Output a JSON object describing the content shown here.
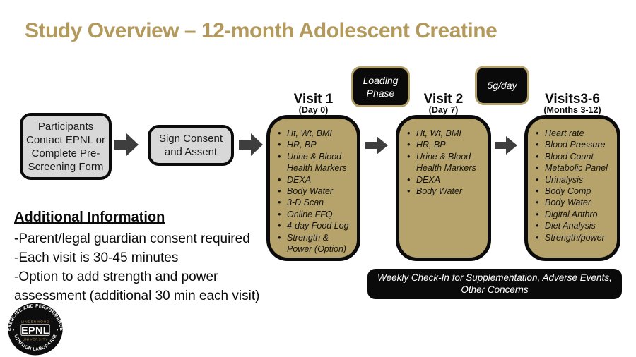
{
  "title": "Study Overview – 12-month Adolescent Creatine",
  "flow": {
    "prescreen_label": "Participants Contact EPNL or Complete Pre-Screening Form",
    "consent_label": "Sign Consent and Assent"
  },
  "badges": {
    "loading_phase": "Loading Phase",
    "dose": "5g/day"
  },
  "visits": [
    {
      "name": "Visit 1",
      "subtitle": "(Day 0)",
      "items": [
        "Ht, Wt, BMI",
        "HR, BP",
        "Urine & Blood Health Markers",
        "DEXA",
        "Body Water",
        "3-D Scan",
        "Online FFQ",
        "4-day Food Log",
        "Strength & Power (Option)"
      ]
    },
    {
      "name": "Visit 2",
      "subtitle": "(Day 7)",
      "items": [
        "Ht, Wt, BMI",
        "HR, BP",
        "Urine & Blood Health Markers",
        "DEXA",
        "Body Water"
      ]
    },
    {
      "name": "Visits3-6",
      "subtitle": "(Months 3-12)",
      "items": [
        "Heart rate",
        "Blood Pressure",
        "Blood Count",
        "Metabolic Panel",
        "Urinalysis",
        "Body Comp",
        "Body Water",
        "Digital Anthro",
        "Diet Analysis",
        "Strength/power"
      ]
    }
  ],
  "weekly_checkin": "Weekly Check-In for Supplementation, Adverse Events, Other Concerns",
  "additional_info": {
    "heading": "Additional Information",
    "lines": [
      "-Parent/legal guardian consent required",
      "-Each visit is 30-45 minutes",
      "-Option to add strength and power assessment (additional 30 min each visit)"
    ]
  },
  "logo": {
    "top_arc": "EXERCISE AND PERFORMANCE",
    "bottom_arc": "NUTRITION LABORATORY",
    "line1": "LINDENWOOD",
    "acronym": "EPNL",
    "line2": "UNIVERSITY",
    "left_dot": "•",
    "right_dot": "•"
  },
  "colors": {
    "title_gold": "#B3995C",
    "box_tan": "#B5A36B",
    "badge_border_gold": "#B3A169",
    "gray_box": "#D8D8D8",
    "black": "#0A0A0A",
    "arrow_gray": "#3E3E3E"
  }
}
